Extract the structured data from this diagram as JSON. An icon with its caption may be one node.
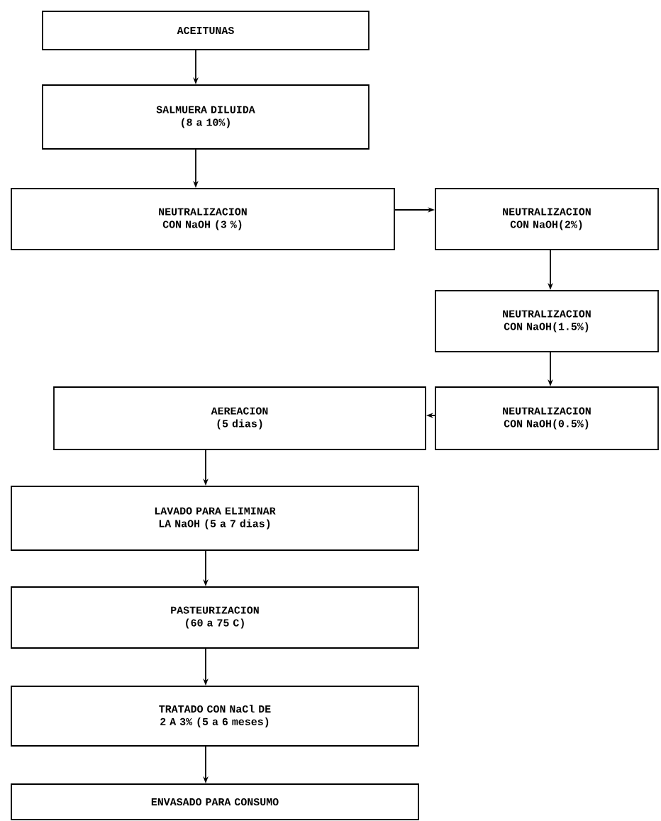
{
  "diagram": {
    "nodes": [
      {
        "text": [
          "ACEITUNAS"
        ]
      },
      {
        "text": [
          "SALMUERA DILUIDA (8 a 10%)"
        ]
      },
      {
        "text": [
          "NEUTRALIZACION CON NaOH (3 %)"
        ]
      },
      {
        "text": [
          "NEUTRALIZACION CON NaOH(2%)"
        ]
      },
      {
        "text": [
          "NEUTRALIZACION CON NaOH(1.5%)"
        ]
      },
      {
        "text": [
          "NEUTRALIZACION CON NaOH(0.5%)"
        ]
      },
      {
        "text": [
          "AEREACION (5 dias)"
        ]
      },
      {
        "text": [
          "LAVADO PARA ELIMINAR LA NaOH (5 a 7 dias)"
        ]
      },
      {
        "text": [
          "PASTEURIZACION (60 a 75 C)"
        ]
      },
      {
        "text": [
          "TRATADO CON NaCl DE 2 A 3% (5 a 6 meses)"
        ]
      },
      {
        "text": [
          "ENVASADO PARA CONSUMO"
        ]
      }
    ],
    "edges": [
      {
        "from": 0,
        "to": 1,
        "arrow": "to"
      },
      {
        "from": 1,
        "to": 2,
        "arrow": "to"
      },
      {
        "from": 2,
        "to": 3,
        "arrow": "to"
      },
      {
        "from": 3,
        "to": 4,
        "arrow": "to"
      },
      {
        "from": 4,
        "to": 5,
        "arrow": "to"
      },
      {
        "from": 5,
        "to": 6,
        "arrow": "to"
      },
      {
        "from": 6,
        "to": 7,
        "arrow": "to"
      },
      {
        "from": 7,
        "to": 8,
        "arrow": "to"
      },
      {
        "from": 8,
        "to": 9,
        "arrow": "to"
      },
      {
        "from": 9,
        "to": 10,
        "arrow": "to"
      }
    ]
  }
}
